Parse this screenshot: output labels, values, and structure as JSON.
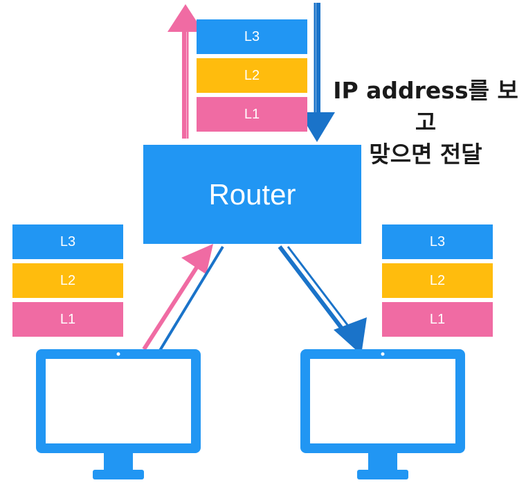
{
  "router": {
    "label": "Router"
  },
  "note": {
    "line1": "IP address를 보고",
    "line2": "맞으면 전달"
  },
  "stacks": {
    "top": {
      "l3": "L3",
      "l2": "L2",
      "l1": "L1"
    },
    "left": {
      "l3": "L3",
      "l2": "L2",
      "l1": "L1"
    },
    "right": {
      "l3": "L3",
      "l2": "L2",
      "l1": "L1"
    }
  },
  "colors": {
    "l3": "#2196f3",
    "l2": "#ffbc0d",
    "l1": "#f06ba3",
    "router": "#2196f3",
    "monitor": "#2196f3",
    "arrow_pink": "#f06ba3",
    "arrow_blue": "#1a73c9"
  }
}
